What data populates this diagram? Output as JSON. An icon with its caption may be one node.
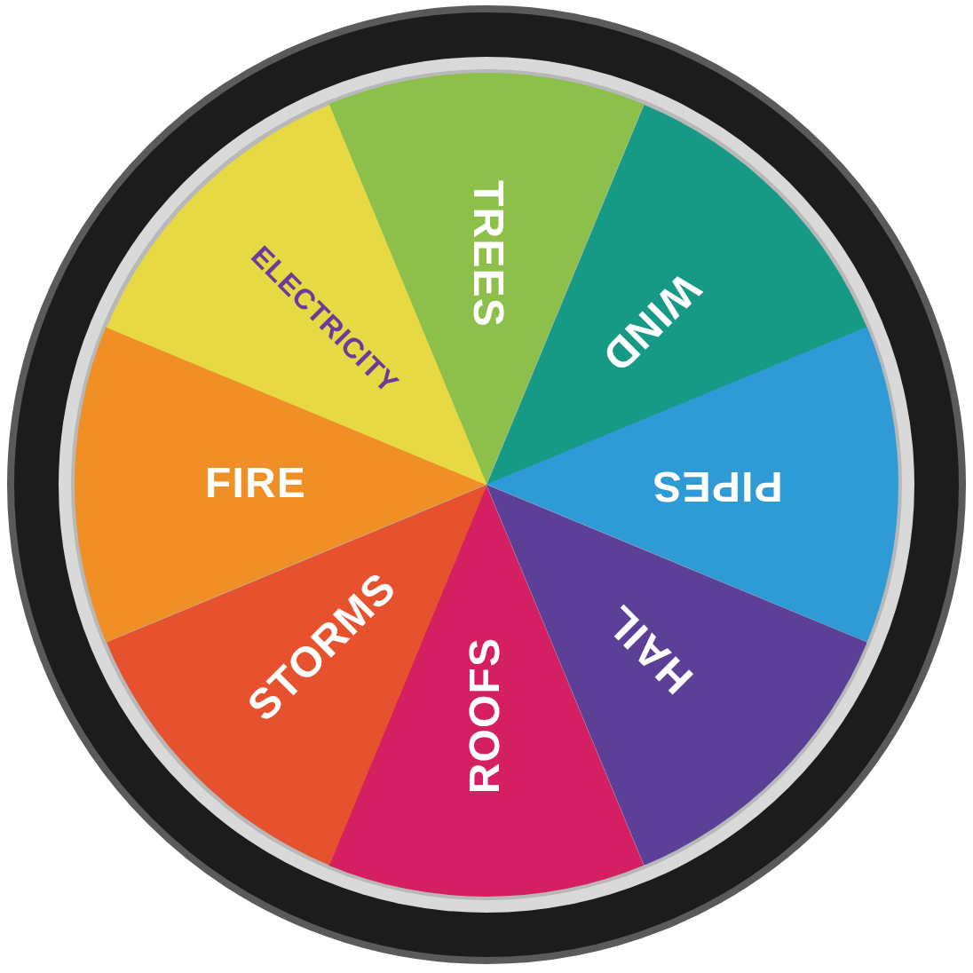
{
  "diagram": {
    "nodes": [
      {
        "text": [
          "TREES"
        ]
      },
      {
        "text": [
          "WIND"
        ]
      },
      {
        "text": [
          "PIPES"
        ]
      },
      {
        "text": [
          "HAIL"
        ]
      },
      {
        "text": [
          "ROOFS"
        ]
      },
      {
        "text": [
          "STORMS"
        ]
      },
      {
        "text": [
          "FIRE"
        ]
      },
      {
        "text": [
          "ELECTRICITY"
        ]
      }
    ]
  }
}
